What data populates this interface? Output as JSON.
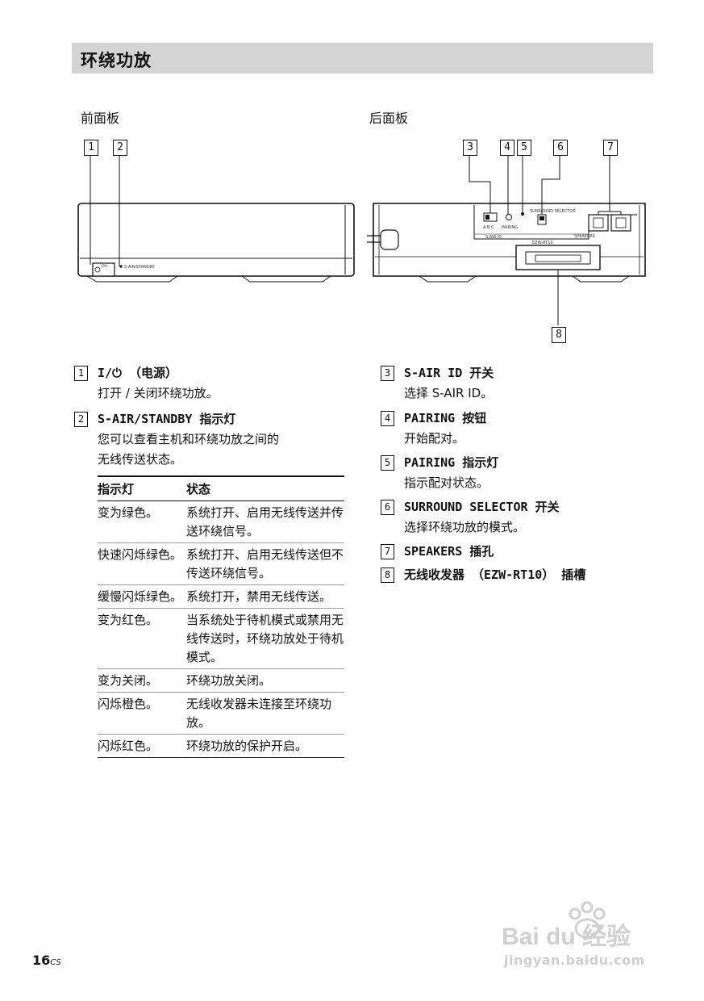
{
  "page_title": "环绕功放",
  "front_panel_label": "前面板",
  "rear_panel_label": "后面板",
  "callouts": {
    "c1": "1",
    "c2": "2",
    "c3": "3",
    "c4": "4",
    "c5": "5",
    "c6": "6",
    "c7": "7",
    "c8": "8"
  },
  "diagram_labels": {
    "front_power": "I/⏻",
    "front_standby": "S-AIR/STANDBY",
    "sair_id_switch": "A B C",
    "pairing": "PAIRING",
    "surround_selector": "SURROUND SELECTOR",
    "sair_id": "S-AIR ID",
    "speakers": "SPEAKERS",
    "slot": "EZW-RT10"
  },
  "left_items": [
    {
      "num": "1",
      "label": "I/⏻ （电源）",
      "desc": [
        "打开 / 关闭环绕功放。"
      ]
    },
    {
      "num": "2",
      "label": "S-AIR/STANDBY 指示灯",
      "desc": [
        "您可以查看主机和环绕功放之间的",
        "无线传送状态。"
      ]
    }
  ],
  "table": {
    "headers": [
      "指示灯",
      "状态"
    ],
    "rows": [
      [
        "变为绿色。",
        "系统打开、启用无线传送并传送环绕信号。"
      ],
      [
        "快速闪烁绿色。",
        "系统打开、启用无线传送但不传送环绕信号。"
      ],
      [
        "缓慢闪烁绿色。",
        "系统打开，禁用无线传送。"
      ],
      [
        "变为红色。",
        "当系统处于待机模式或禁用无线传送时，环绕功放处于待机模式。"
      ],
      [
        "变为关闭。",
        "环绕功放关闭。"
      ],
      [
        "闪烁橙色。",
        "无线收发器未连接至环绕功放。"
      ],
      [
        "闪烁红色。",
        "环绕功放的保护开启。"
      ]
    ]
  },
  "right_items": [
    {
      "num": "3",
      "label": "S-AIR ID 开关",
      "desc": "选择 S-AIR ID。"
    },
    {
      "num": "4",
      "label": "PAIRING 按钮",
      "desc": "开始配对。"
    },
    {
      "num": "5",
      "label": "PAIRING 指示灯",
      "desc": "指示配对状态。"
    },
    {
      "num": "6",
      "label": "SURROUND SELECTOR 开关",
      "desc": "选择环绕功放的模式。"
    },
    {
      "num": "7",
      "label": "SPEAKERS 插孔",
      "desc": ""
    },
    {
      "num": "8",
      "label": "无线收发器 （EZW-RT10） 插槽",
      "desc": ""
    }
  ],
  "page_number": "16",
  "page_suffix": "CS",
  "watermark": {
    "brand": "Bai du 经验",
    "url": "jingyan.baidu.com"
  }
}
